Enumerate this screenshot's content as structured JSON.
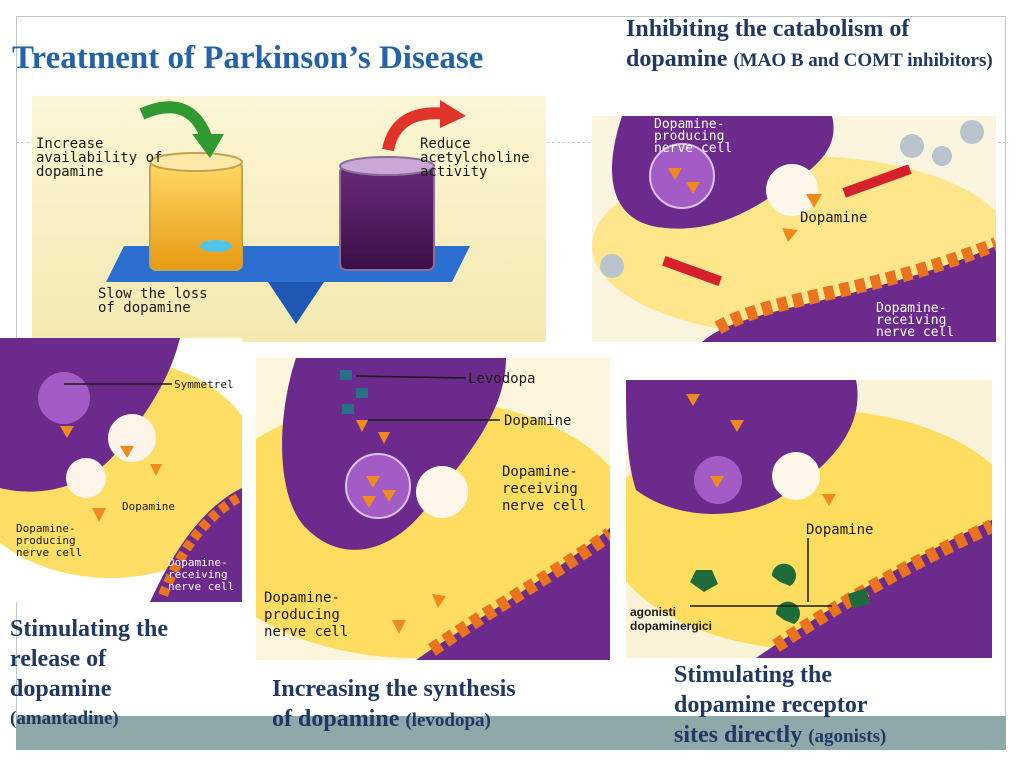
{
  "slide": {
    "title": "Treatment of Parkinson’s Disease",
    "captions": {
      "top_right_main": "Inhibiting the catabolism of dopamine",
      "top_right_sub": "(MAO B and COMT inhibitors)",
      "left_line1": "Stimulating the",
      "left_line2": "release of",
      "left_line3": "dopamine",
      "left_sub": "(amantadine)",
      "center_line1": "Increasing the synthesis",
      "center_line2": "of dopamine",
      "center_sub": "(levodopa)",
      "right_line1": "Stimulating the",
      "right_line2": "dopamine receptor",
      "right_line3": "sites directly",
      "right_sub": "(agonists)"
    }
  },
  "panels": {
    "balance": {
      "label_increase_1": "Increase",
      "label_increase_2": "availability of",
      "label_increase_3": "dopamine",
      "label_reduce_1": "Reduce",
      "label_reduce_2": "acetylcholine",
      "label_reduce_3": "activity",
      "label_slow_1": "Slow the loss",
      "label_slow_2": "of dopamine"
    },
    "catabolism": {
      "label_producing_1": "Dopamine-",
      "label_producing_2": "producing",
      "label_producing_3": "nerve cell",
      "label_dopamine": "Dopamine",
      "label_receiving_1": "Dopamine-",
      "label_receiving_2": "receiving",
      "label_receiving_3": "nerve cell"
    },
    "release": {
      "label_symmetrel": "Symmetrel",
      "label_dopamine": "Dopamine",
      "label_producing_1": "Dopamine-",
      "label_producing_2": "producing",
      "label_producing_3": "nerve cell",
      "label_receiving_1": "Dopamine-",
      "label_receiving_2": "receiving",
      "label_receiving_3": "nerve cell"
    },
    "synthesis": {
      "label_levodopa": "Levodopa",
      "label_dopamine": "Dopamine",
      "label_receiving_1": "Dopamine-",
      "label_receiving_2": "receiving",
      "label_receiving_3": "nerve cell",
      "label_producing_1": "Dopamine-",
      "label_producing_2": "producing",
      "label_producing_3": "nerve cell"
    },
    "agonists": {
      "label_dopamine": "Dopamine",
      "label_agonisti_1": "agonisti",
      "label_agonisti_2": "dopaminergici"
    }
  },
  "colors": {
    "title": "#2563a8",
    "caption": "#1f3864",
    "neuron_purple": "#6b2a8c",
    "neuron_light": "#a35bc6",
    "glow_yellow": "#ffd84a",
    "dopamine_orange": "#f08a1c",
    "receptor_orange": "#e9731f",
    "agonist_green": "#1f6b3a",
    "bar": "#8fa9ab"
  }
}
